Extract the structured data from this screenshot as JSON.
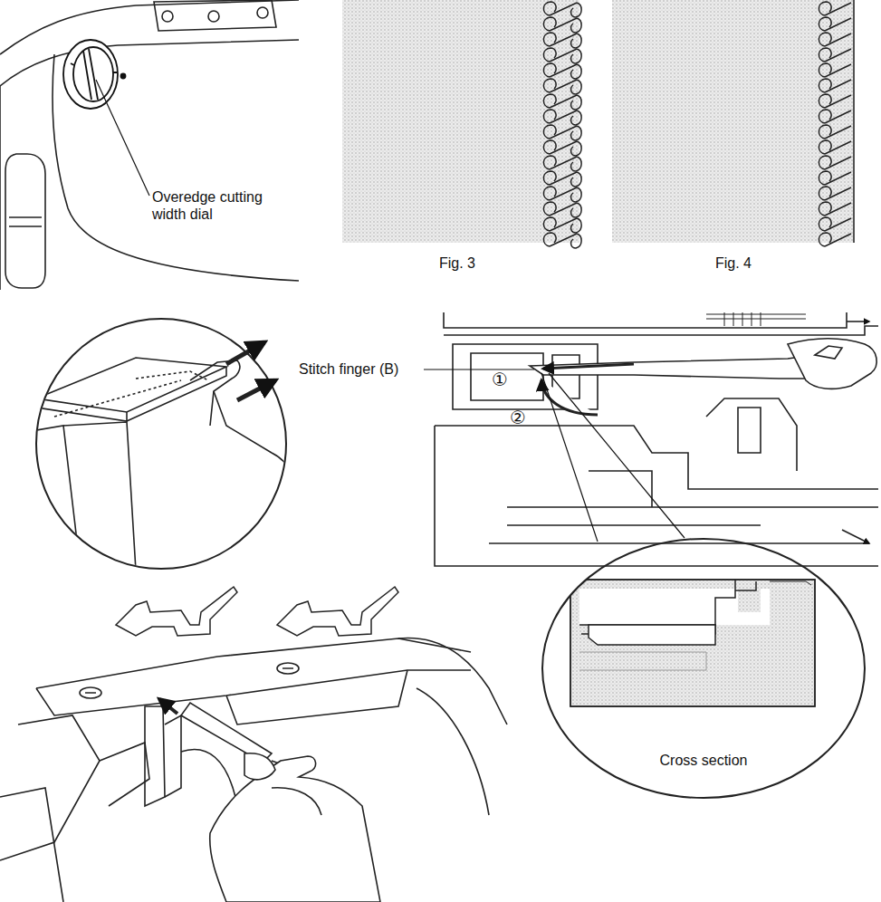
{
  "diagram": {
    "nodes": [
      {
        "text": [
          "Cross section"
        ]
      }
    ],
    "labels": [
      "Overedge cutting width dial",
      "Fig. 3",
      "Fig. 4",
      "Stitch finger (B)",
      "①",
      "②"
    ]
  }
}
